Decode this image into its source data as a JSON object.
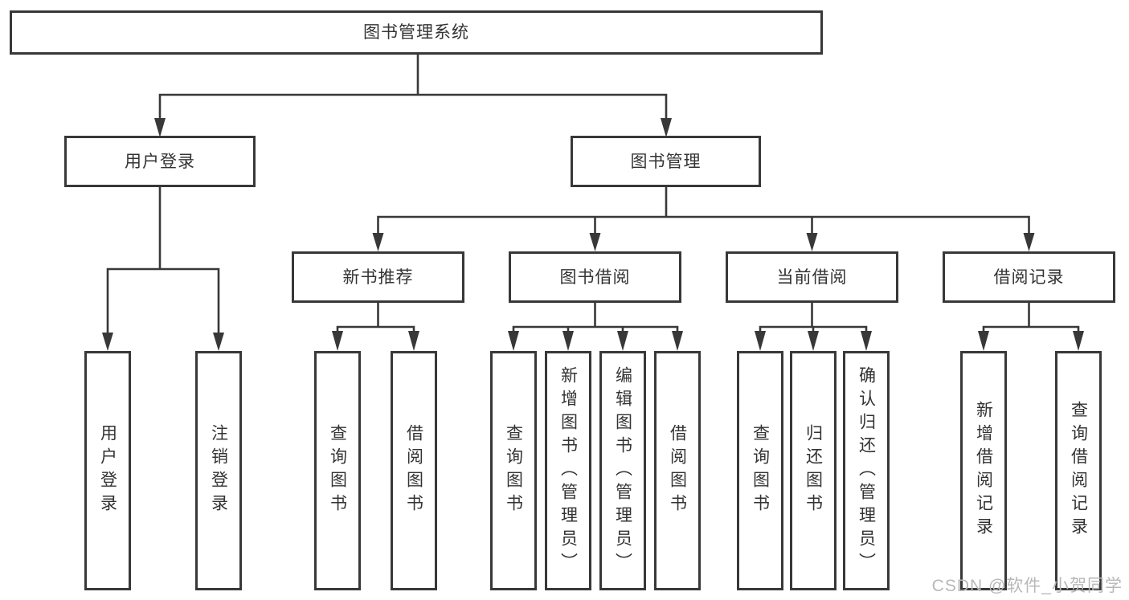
{
  "diagram": {
    "title": "图书管理系统",
    "level2": [
      {
        "label": "用户登录"
      },
      {
        "label": "图书管理"
      }
    ],
    "level3": [
      {
        "label": "新书推荐"
      },
      {
        "label": "图书借阅"
      },
      {
        "label": "当前借阅"
      },
      {
        "label": "借阅记录"
      }
    ],
    "leaves": [
      "用户登录",
      "注销登录",
      "查询图书",
      "借阅图书",
      "查询图书",
      "新增图书（管理员）",
      "编辑图书（管理员）",
      "借阅图书",
      "查询图书",
      "归还图书",
      "确认归还（管理员）",
      "新增借阅记录",
      "查询借阅记录"
    ],
    "colors": {
      "line": "#383838",
      "text": "#333333",
      "watermark_text": "#b8b8b8"
    }
  },
  "watermark": "CSDN @软件_小贺同学"
}
